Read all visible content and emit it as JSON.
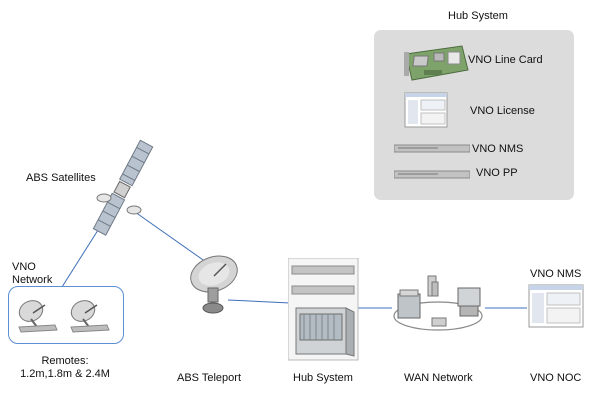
{
  "hub_panel": {
    "title": "Hub System",
    "items": [
      "VNO Line Card",
      "VNO License",
      "VNO NMS",
      "VNO PP"
    ]
  },
  "nodes": {
    "satellites": "ABS Satellites",
    "vno_network": [
      "VNO",
      "Network"
    ],
    "remotes": [
      "Remotes:",
      "1.2m,1.8m & 2.4M"
    ],
    "teleport": "ABS Teleport",
    "hub_system": "Hub System",
    "wan": "WAN Network",
    "vno_nms": "VNO NMS",
    "vno_noc": "VNO NOC"
  },
  "colors": {
    "link": "#3d6fb8",
    "panel": "#dcdcdc",
    "box_border": "#5b8fd3"
  }
}
